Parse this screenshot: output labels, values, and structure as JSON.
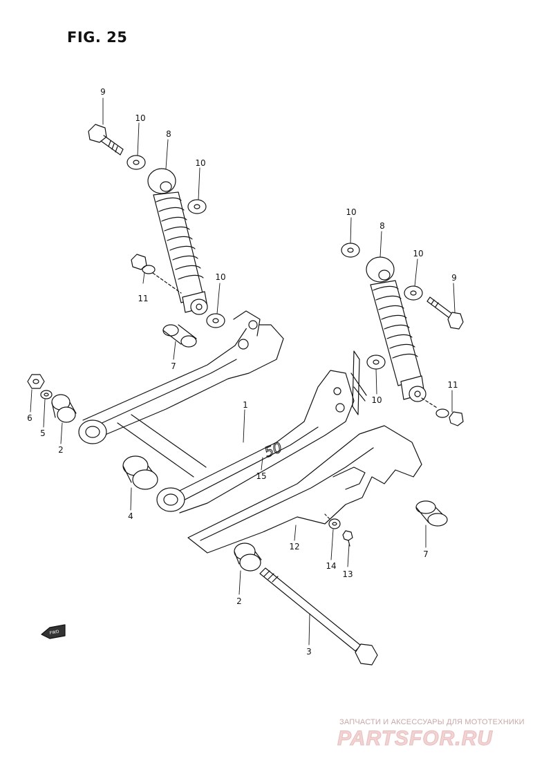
{
  "figure": {
    "title": "FIG. 25"
  },
  "callouts": {
    "c9a": "9",
    "c10a": "10",
    "c8a": "8",
    "c10b": "10",
    "c11a": "11",
    "c10c": "10",
    "c7a": "7",
    "c10d": "10",
    "c8b": "8",
    "c10e": "10",
    "c9b": "9",
    "c10f": "10",
    "c11b": "11",
    "c6": "6",
    "c5": "5",
    "c2a": "2",
    "c1": "1",
    "c15": "15",
    "c4": "4",
    "c12": "12",
    "c14": "14",
    "c13": "13",
    "c7b": "7",
    "c2b": "2",
    "c3": "3"
  },
  "frame_mark": "50",
  "fwd_badge": "FWD",
  "watermark": {
    "caption": "ЗАПЧАСТИ И АКСЕССУАРЫ ДЛЯ МОТОТЕХНИКИ",
    "logo": "PARTSFOR.RU"
  }
}
